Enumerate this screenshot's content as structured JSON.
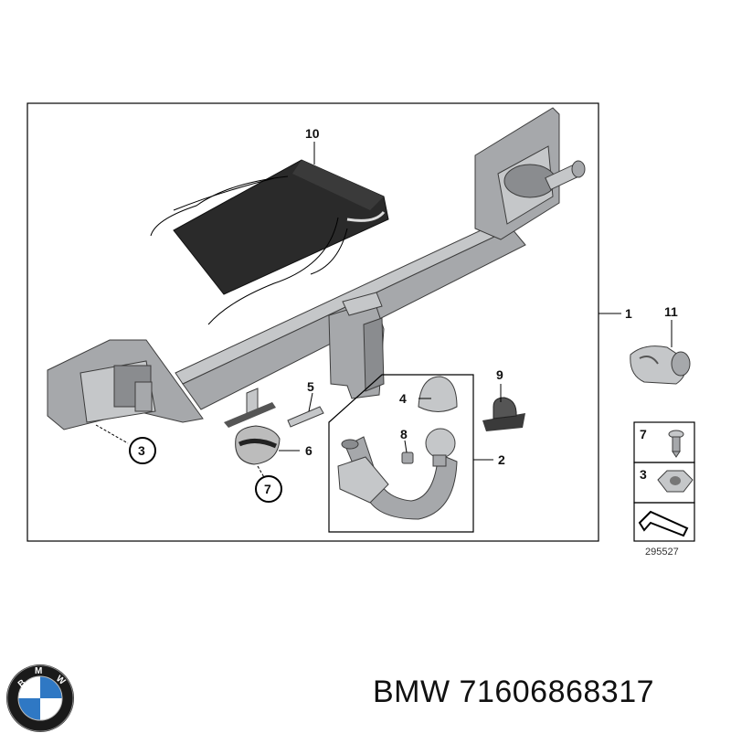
{
  "callouts": {
    "c1": "1",
    "c2": "2",
    "c3": "3",
    "c4": "4",
    "c5": "5",
    "c6": "6",
    "c7": "7",
    "c8": "8",
    "c9": "9",
    "c10": "10",
    "c11": "11"
  },
  "legend": {
    "item_7": "7",
    "item_3": "3"
  },
  "reference_number": "295527",
  "footer": {
    "brand": "BMW",
    "part_number": "71606868317",
    "label": "BMW 71606868317"
  },
  "logo": {
    "letters": [
      "B",
      "M",
      "W"
    ]
  },
  "colors": {
    "metal": "#a6a8ab",
    "bag": "#2a2a2a",
    "logo_blue": "#2f78c4",
    "frame": "#000000"
  },
  "icons": [
    "bmw-roundel-icon",
    "arrow-diagram-icon"
  ]
}
